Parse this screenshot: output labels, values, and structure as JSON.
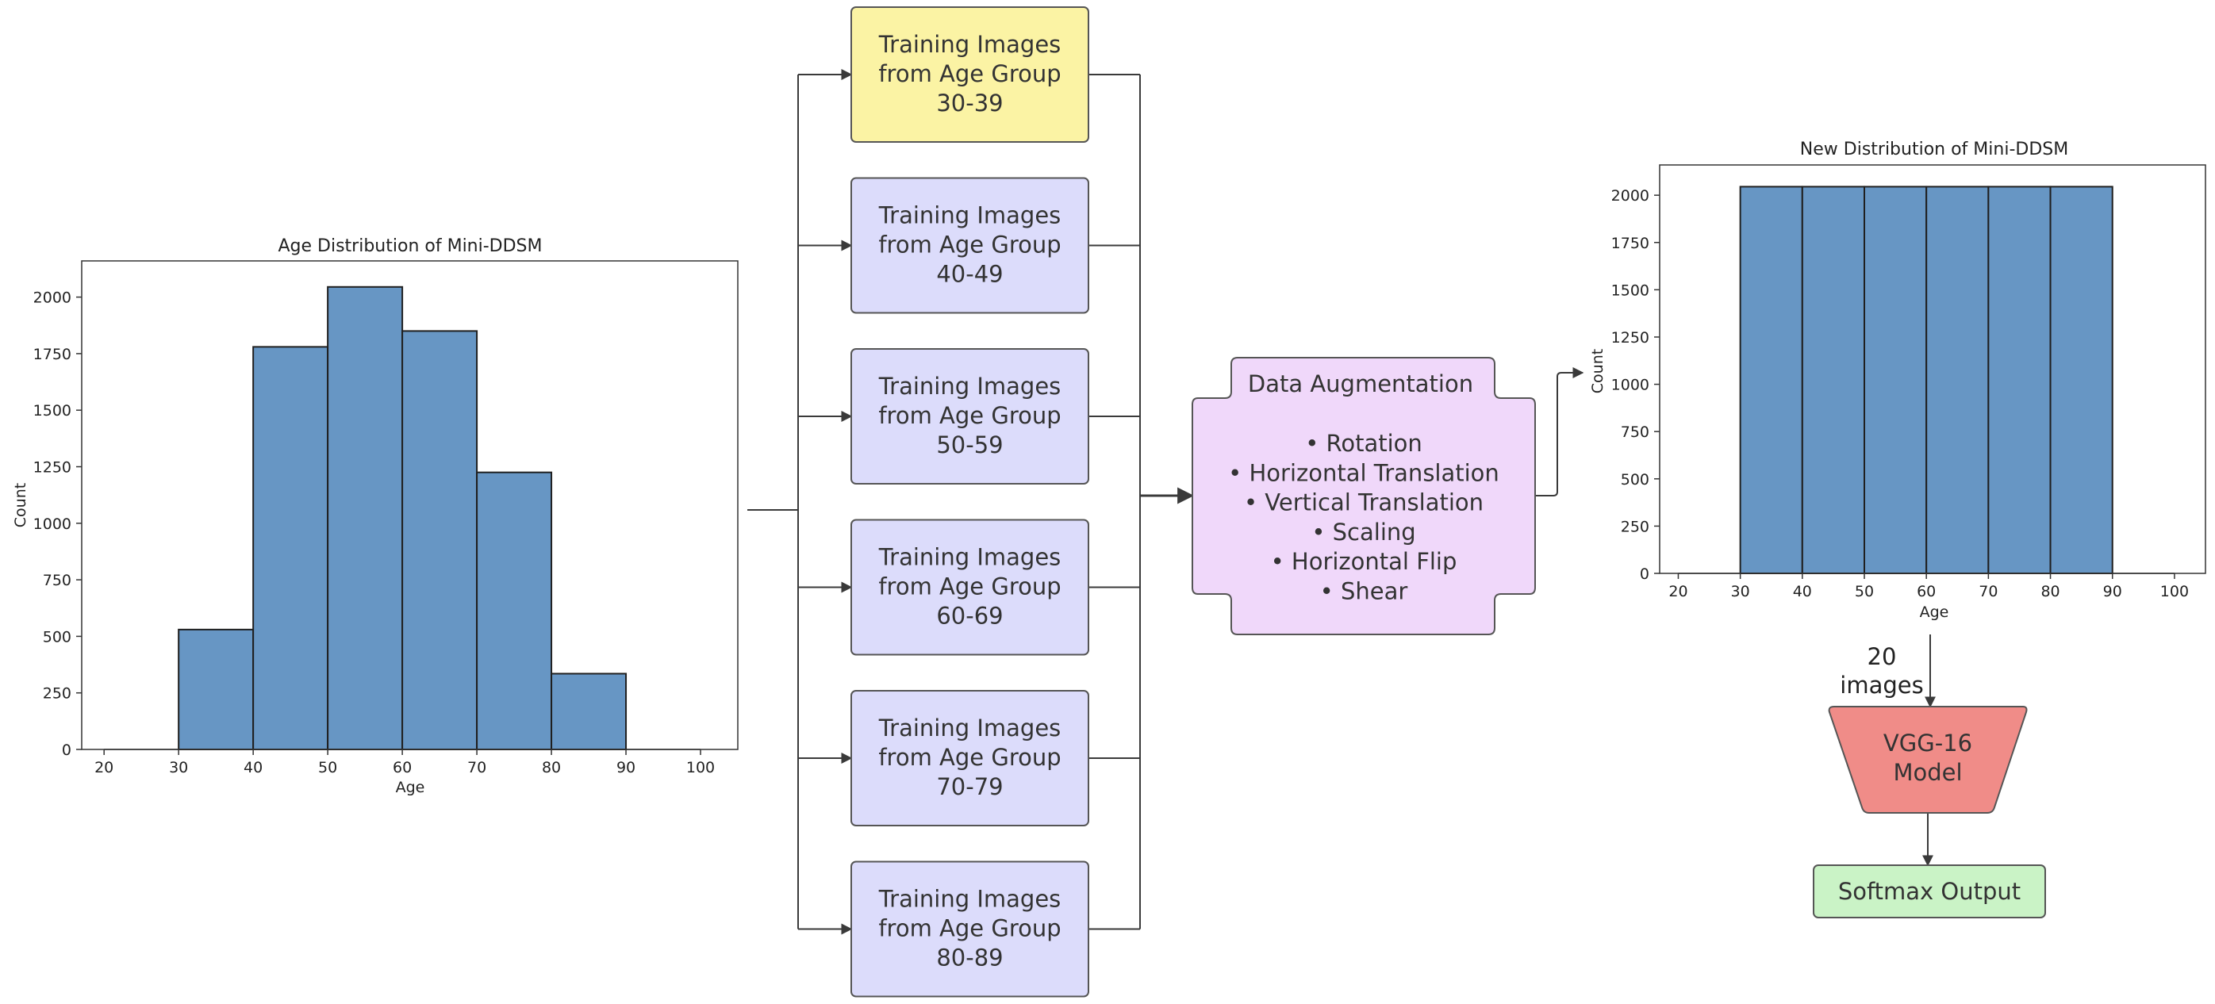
{
  "charts": [
    {
      "type": "bar",
      "title": "Age Distribution of Mini-DDSM",
      "xlabel": "Age",
      "ylabel": "Count",
      "bin_edges": [
        30,
        40,
        50,
        60,
        70,
        80,
        90
      ],
      "values": [
        530,
        1780,
        2045,
        1850,
        1225,
        335
      ],
      "xlim": [
        17,
        105
      ],
      "ylim": [
        0,
        2160
      ],
      "x_ticks": [
        20,
        30,
        40,
        50,
        60,
        70,
        80,
        90,
        100
      ],
      "y_ticks": [
        0,
        250,
        500,
        750,
        1000,
        1250,
        1500,
        1750,
        2000
      ],
      "bar_color": "#6796c4",
      "grid": false
    },
    {
      "type": "bar",
      "title": "New Distribution of Mini-DDSM",
      "xlabel": "Age",
      "ylabel": "Count",
      "bin_edges": [
        30,
        40,
        50,
        60,
        70,
        80,
        90
      ],
      "values": [
        2045,
        2045,
        2045,
        2045,
        2045,
        2045
      ],
      "xlim": [
        17,
        105
      ],
      "ylim": [
        0,
        2160
      ],
      "x_ticks": [
        20,
        30,
        40,
        50,
        60,
        70,
        80,
        90,
        100
      ],
      "y_ticks": [
        0,
        250,
        500,
        750,
        1000,
        1250,
        1500,
        1750,
        2000
      ],
      "bar_color": "#6796c4",
      "grid": false
    }
  ],
  "training_groups": [
    {
      "lines": [
        "Training Images",
        "from Age Group",
        "30-39"
      ],
      "fill": "#fbf3a4"
    },
    {
      "lines": [
        "Training Images",
        "from Age Group",
        "40-49"
      ],
      "fill": "#dcdcfb"
    },
    {
      "lines": [
        "Training Images",
        "from Age Group",
        "50-59"
      ],
      "fill": "#dcdcfb"
    },
    {
      "lines": [
        "Training Images",
        "from Age Group",
        "60-69"
      ],
      "fill": "#dcdcfb"
    },
    {
      "lines": [
        "Training Images",
        "from Age Group",
        "70-79"
      ],
      "fill": "#dcdcfb"
    },
    {
      "lines": [
        "Training Images",
        "from Age Group",
        "80-89"
      ],
      "fill": "#dcdcfb"
    }
  ],
  "augmentation": {
    "title": "Data Augmentation",
    "items": [
      "• Rotation",
      "• Horizontal Translation",
      "• Vertical Translation",
      "• Scaling",
      "• Horizontal Flip",
      "• Shear"
    ],
    "fill": "#f0d8fa"
  },
  "batch_label": [
    "20",
    "images"
  ],
  "model": {
    "lines": [
      "VGG-16",
      "Model"
    ],
    "fill": "#f08c88"
  },
  "output": {
    "label": "Softmax Output",
    "fill": "#caf3c6"
  },
  "colors": {
    "line": "#3a3a3a",
    "box_stroke": "#555555"
  }
}
